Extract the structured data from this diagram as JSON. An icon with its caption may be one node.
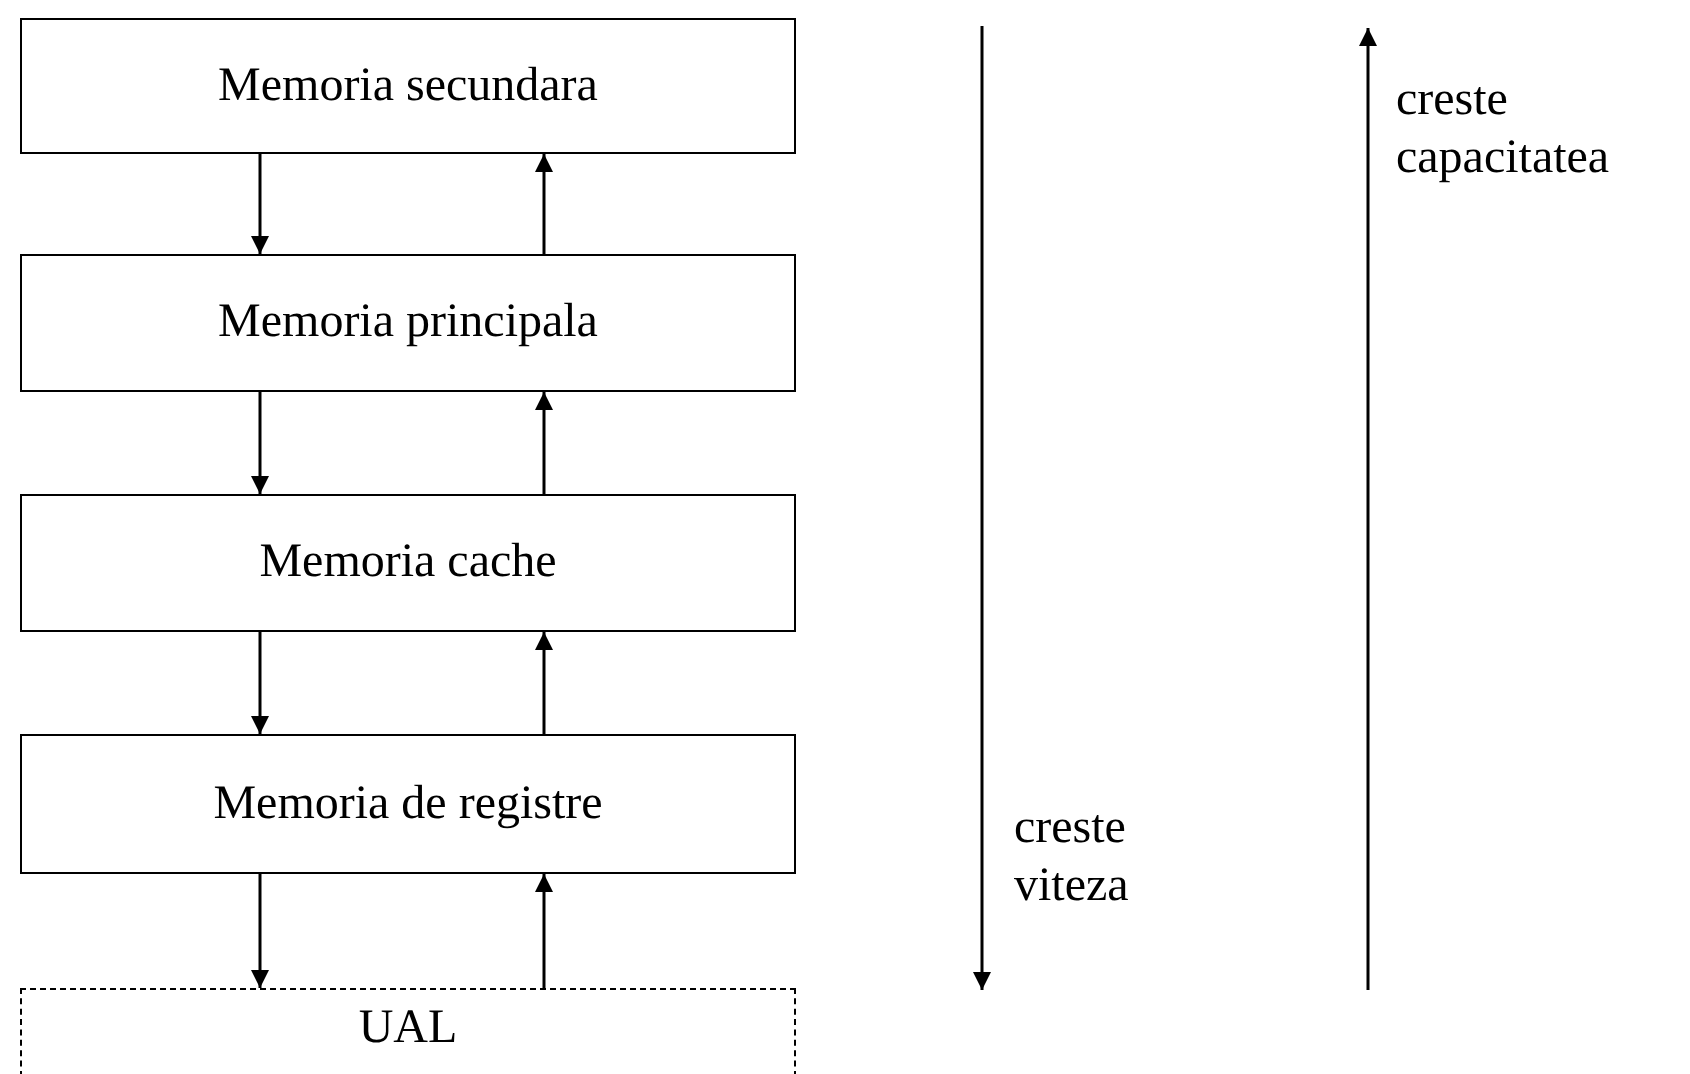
{
  "diagram": {
    "nodes": [
      {
        "text": [
          "Memoria secundara"
        ]
      },
      {
        "text": [
          "Memoria principala"
        ]
      },
      {
        "text": [
          "Memoria cache"
        ]
      },
      {
        "text": [
          "Memoria de registre"
        ]
      },
      {
        "text": [
          "UAL"
        ]
      }
    ],
    "edges": [
      {
        "from": 0,
        "to": 1,
        "arrow": "to"
      },
      {
        "from": 1,
        "to": 0,
        "arrow": "to"
      },
      {
        "from": 1,
        "to": 2,
        "arrow": "to"
      },
      {
        "from": 2,
        "to": 1,
        "arrow": "to"
      },
      {
        "from": 2,
        "to": 3,
        "arrow": "to"
      },
      {
        "from": 3,
        "to": 2,
        "arrow": "to"
      },
      {
        "from": 3,
        "to": 4,
        "arrow": "to"
      },
      {
        "from": 4,
        "to": 3,
        "arrow": "to"
      }
    ],
    "labels": [
      "creste viteza",
      "creste capacitatea"
    ]
  }
}
